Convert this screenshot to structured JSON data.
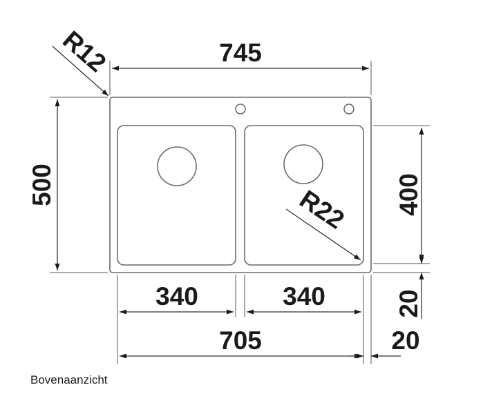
{
  "dimensions": {
    "overall_width": "745",
    "overall_depth": "500",
    "bowl_depth": "400",
    "left_bowl_width": "340",
    "right_bowl_width": "340",
    "bowls_total_width": "705",
    "rim_offset_vertical": "20",
    "rim_offset_horizontal": "20",
    "corner_radius_outer": "R12",
    "corner_radius_bowl": "R22"
  },
  "caption": "Bovenaanzicht"
}
